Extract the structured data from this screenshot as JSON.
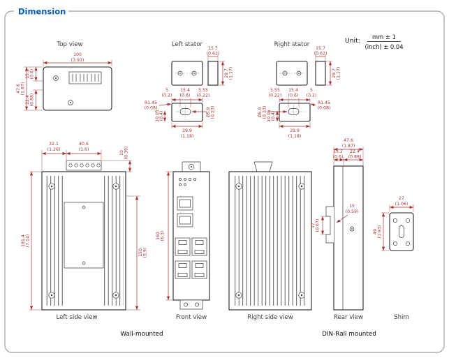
{
  "colors": {
    "accent": "#0a5ab0",
    "dimension": "#a03333",
    "outline": "#222222"
  },
  "header": {
    "title": "Dimension"
  },
  "unit": {
    "label": "Unit:",
    "mm": "mm ± 1",
    "inch": "(inch) ± 0.04"
  },
  "views": {
    "top": "Top view",
    "left_stator": "Left stator",
    "right_stator": "Right stator",
    "left_side": "Left side view",
    "front": "Front view",
    "right_side": "Right side view",
    "rear": "Rear view",
    "shim": "Shim"
  },
  "mounting": {
    "wall": "Wall-mounted",
    "din": "DIN-Rail mounted"
  },
  "dims": {
    "top_view": {
      "width_mm": "100",
      "width_in": "(3.93)",
      "offset_mm": "15.2",
      "offset_in": "(0.6)",
      "depth_mm": "47.6",
      "depth_in": "(1.87)",
      "lower_mm": "22.4",
      "lower_in": "(0.88)"
    },
    "left_stator": {
      "flange_mm": "15.7",
      "flange_in": "(0.62)",
      "height_mm": "29.7",
      "height_in": "(1.17)",
      "seg1_mm": "5",
      "seg1_in": "(0.2)",
      "seg2_mm": "15.4",
      "seg2_in": "(0.6)",
      "seg3_mm": "5.55",
      "seg3_in": "(0.22)",
      "radius_mm": "R1.45",
      "radius_in": "(0.08)",
      "hole_mm": "Ø5.9",
      "hole_in": "(0.23)",
      "inset_mm": "10.05",
      "inset_in": "(0.4)",
      "width_mm": "29.9",
      "width_in": "(1.18)"
    },
    "right_stator": {
      "flange_mm": "15.7",
      "flange_in": "(0.62)",
      "height_mm": "29.7",
      "height_in": "(1.17)",
      "seg1_mm": "5.55",
      "seg1_in": "(0.22)",
      "seg2_mm": "15.4",
      "seg2_in": "(0.6)",
      "seg3_mm": "5",
      "seg3_in": "(0.2)",
      "radius_mm": "R1.45",
      "radius_in": "(0.08)",
      "hole_mm": "Ø5.9",
      "hole_in": "(0.23)",
      "inset_mm": "10.05",
      "inset_in": "(0.4)",
      "width_mm": "29.9",
      "width_in": "(1.18)"
    },
    "left_side": {
      "a_mm": "32.1",
      "a_in": "(1.26)",
      "b_mm": "40.6",
      "b_in": "(1.6)",
      "c_mm": "10",
      "c_in": "(0.39)",
      "height_mm": "181.4",
      "height_in": "(7.14)",
      "plate_mm": "150",
      "plate_in": "(5.9)"
    },
    "front": {
      "height_mm": "160",
      "height_in": "(6.3)"
    },
    "rear": {
      "width_mm": "47.6",
      "width_in": "(1.87)",
      "w1_mm": "15.2",
      "w1_in": "(0.6)",
      "w2_mm": "22.4",
      "w2_in": "(0.88)",
      "clip_mm": "15",
      "clip_in": "(0.59)",
      "depth_mm": "17",
      "depth_in": "(0.67)"
    },
    "shim": {
      "width_mm": "27",
      "width_in": "(1.06)",
      "height_mm": "49",
      "height_in": "(1.93)"
    }
  }
}
